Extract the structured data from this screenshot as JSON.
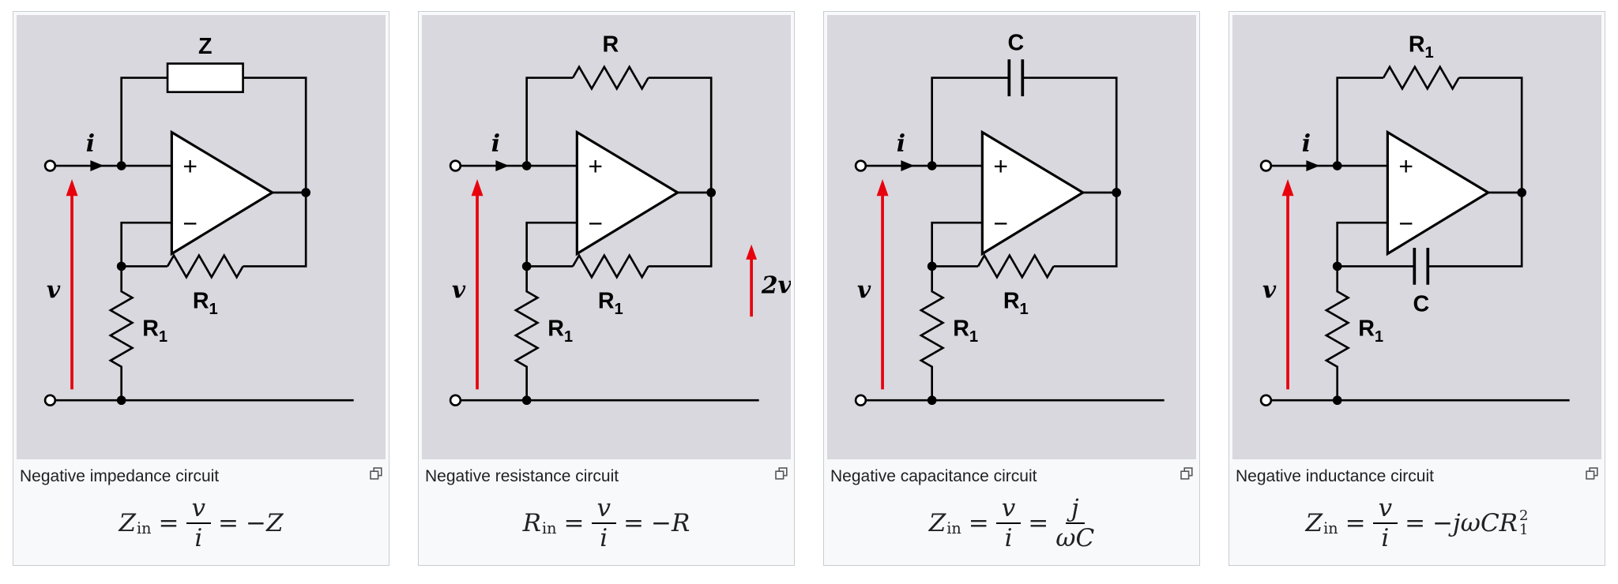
{
  "page": {
    "background": "#ffffff"
  },
  "colors": {
    "panel_border": "#c8ccd1",
    "panel_background": "#f8f9fa",
    "diagram_background": "#d8d8de",
    "wire": "#000000",
    "arrow_red": "#e8000d",
    "text": "#202122"
  },
  "icons": {
    "enlarge": "⧉"
  },
  "panels": [
    {
      "caption": "Negative impedance circuit",
      "diagram": {
        "i_label": "i",
        "v_label": "v",
        "plus_sign": "+",
        "minus_sign": "−",
        "top_element_label": "Z",
        "feedback_element_label": "R",
        "feedback_element_sub": "1",
        "shunt_resistor_label": "R",
        "shunt_resistor_sub": "1"
      },
      "formula": {
        "lhs": "Z",
        "lhs_sub": "in",
        "eq1": "=",
        "num": "v",
        "den": "i",
        "eq2": "=",
        "rhs": "−Z"
      }
    },
    {
      "caption": "Negative resistance circuit",
      "diagram": {
        "i_label": "i",
        "v_label": "v",
        "plus_sign": "+",
        "minus_sign": "−",
        "top_element_label": "R",
        "feedback_element_label": "R",
        "feedback_element_sub": "1",
        "shunt_resistor_label": "R",
        "shunt_resistor_sub": "1",
        "output_voltage_label": "2v"
      },
      "formula": {
        "lhs": "R",
        "lhs_sub": "in",
        "eq1": "=",
        "num": "v",
        "den": "i",
        "eq2": "=",
        "rhs": "−R"
      }
    },
    {
      "caption": "Negative capacitance circuit",
      "diagram": {
        "i_label": "i",
        "v_label": "v",
        "plus_sign": "+",
        "minus_sign": "−",
        "top_element_label": "C",
        "feedback_element_label": "R",
        "feedback_element_sub": "1",
        "shunt_resistor_label": "R",
        "shunt_resistor_sub": "1"
      },
      "formula": {
        "lhs": "Z",
        "lhs_sub": "in",
        "eq1": "=",
        "num": "v",
        "den": "i",
        "eq2": "=",
        "rhs_num": "j",
        "rhs_den": "ωC"
      }
    },
    {
      "caption": "Negative inductance circuit",
      "diagram": {
        "i_label": "i",
        "v_label": "v",
        "plus_sign": "+",
        "minus_sign": "−",
        "top_element_label": "R",
        "top_element_sub": "1",
        "feedback_element_label": "C",
        "shunt_resistor_label": "R",
        "shunt_resistor_sub": "1"
      },
      "formula": {
        "lhs": "Z",
        "lhs_sub": "in",
        "eq1": "=",
        "num": "v",
        "den": "i",
        "eq2": "=",
        "rhs_prefix": "−jωC",
        "rhs_base": "R",
        "rhs_sub": "1",
        "rhs_sup": "2"
      }
    }
  ]
}
